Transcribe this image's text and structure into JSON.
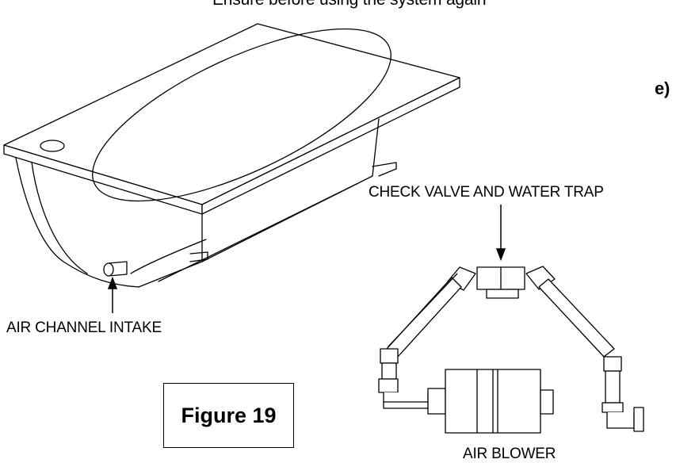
{
  "header_text": "Ensure before using the system again",
  "step_marker": "e)",
  "labels": {
    "check_valve": "CHECK VALVE AND WATER TRAP",
    "air_channel_intake": "AIR CHANNEL INTAKE",
    "air_blower": "AIR BLOWER"
  },
  "figure_caption": "Figure 19",
  "icons": [
    "bathtub-illustration",
    "arrow-down-icon",
    "arrow-up-icon",
    "blower-assembly-illustration"
  ]
}
